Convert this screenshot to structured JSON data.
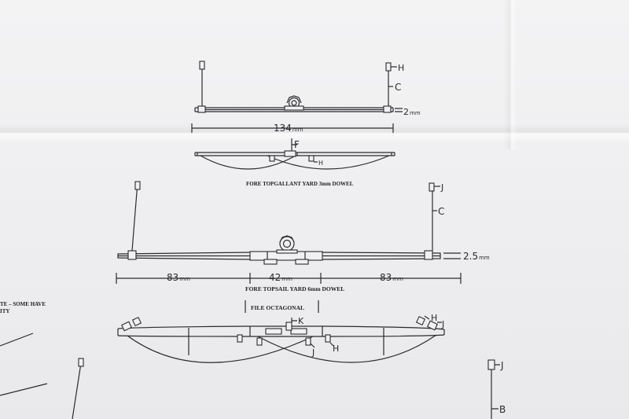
{
  "labels": {
    "h_top": "H",
    "c_top": "C",
    "dia_top": "2",
    "dim_top": "134",
    "f": "F",
    "h_mid": "H",
    "cap_top": "FORE TOPGALLANT YARD 3mm DOWEL",
    "j_right": "J",
    "c_right": "C",
    "dia_mid": "2.5",
    "dim_left": "83",
    "dim_center": "42",
    "dim_right": "83",
    "cap_mid": "FORE TOPSAIL YARD  6mm DOWEL",
    "file_oct": "FILE OCTAGONAL",
    "k": "K",
    "h_low_right": "H",
    "j_low_right": "J",
    "j_low_center": "J",
    "h_low_center": "H",
    "j_corner": "J",
    "b_corner": "B",
    "left_note_1": "TE – SOME HAVE",
    "left_note_2": "ITY"
  },
  "units": {
    "mm": "mm"
  },
  "colors": {
    "ink": "#2b2b2e",
    "paper": "#efeff1"
  }
}
